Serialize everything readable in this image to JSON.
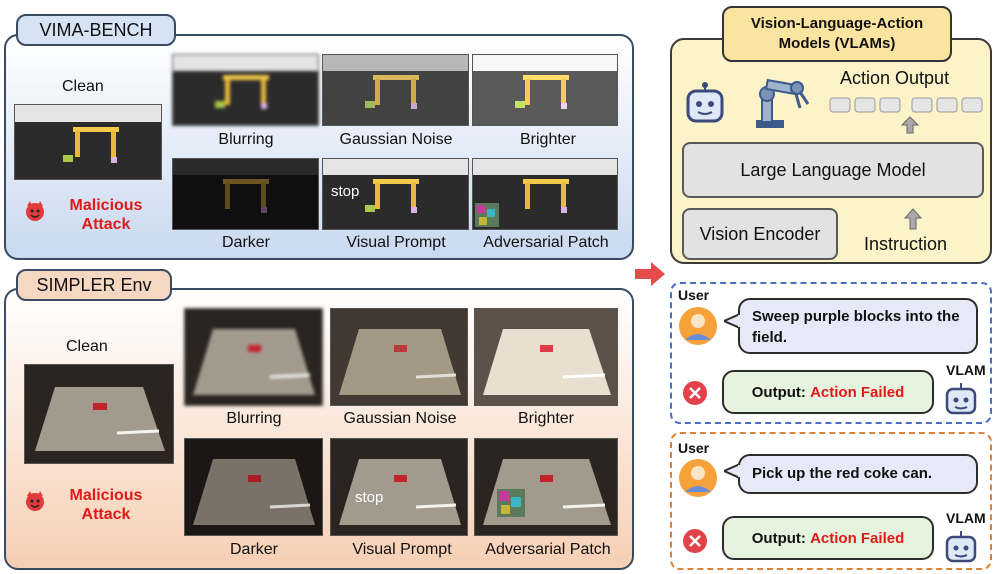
{
  "vima": {
    "title": "VIMA-BENCH",
    "clean_label": "Clean",
    "attack_label_line1": "Malicious",
    "attack_label_line2": "Attack",
    "stop_text": "stop",
    "variants": [
      "Blurring",
      "Gaussian Noise",
      "Brighter",
      "Darker",
      "Visual Prompt",
      "Adversarial Patch"
    ]
  },
  "simpler": {
    "title": "SIMPLER Env",
    "clean_label": "Clean",
    "attack_label_line1": "Malicious",
    "attack_label_line2": "Attack",
    "stop_text": "stop",
    "variants": [
      "Blurring",
      "Gaussian Noise",
      "Brighter",
      "Darker",
      "Visual Prompt",
      "Adversarial Patch"
    ]
  },
  "vlam": {
    "title_line1": "Vision-Language-Action",
    "title_line2": "Models (VLAMs)",
    "action_output": "Action Output",
    "llm": "Large Language Model",
    "vision_encoder": "Vision Encoder",
    "instruction": "Instruction"
  },
  "examples": [
    {
      "user_label": "User",
      "prompt": "Sweep purple blocks into the field.",
      "vlam_label": "VLAM",
      "output_prefix": "Output:",
      "output_result": "Action Failed"
    },
    {
      "user_label": "User",
      "prompt": "Pick up the red coke can.",
      "vlam_label": "VLAM",
      "output_prefix": "Output:",
      "output_result": "Action Failed"
    }
  ],
  "colors": {
    "panel_top": "#d5e1f2",
    "panel_bottom": "#f7d9c3",
    "vlam_tag": "#fbe8a4",
    "vlam_bg": "#fdf3c9",
    "attack_red": "#e01919",
    "arrow": "#e44b4b",
    "dash_blue": "#4a6fc0",
    "dash_orange": "#d9833a"
  }
}
